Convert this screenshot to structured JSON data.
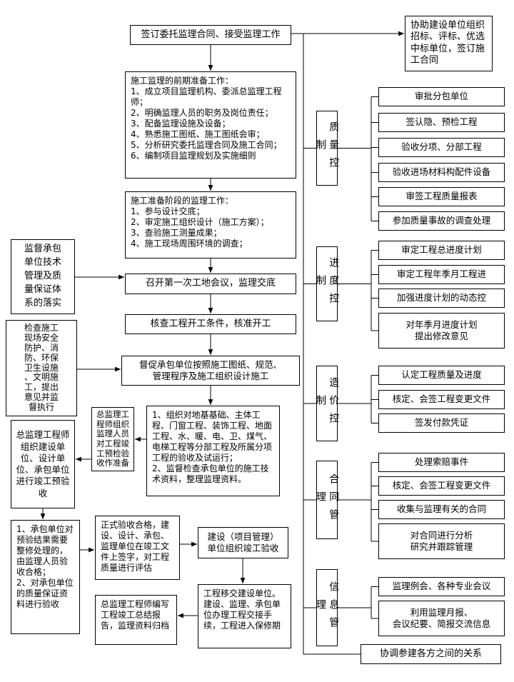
{
  "colors": {
    "line": "#000000",
    "box_bg": "#ffffff",
    "text": "#000000"
  },
  "flow": {
    "sign_contract": "签订委托监理合同、接受监理工作",
    "assist_bidding": "协助建设单位组织招标、评标、优选中标单位，签订施工合同",
    "early_prep": "施工监理的前期准备工作：\n1、成立项目监理机构、委派总监理工程师；\n2、明确监理人员的职务及岗位责任；\n3、配备监理设施及设备；\n4、熟悉施工图纸、施工图纸会审；\n5、分析研究委托监理合同及施工合同；\n6、编制项目监理规划及实施细则",
    "stage_prep": "施工准备阶段的监理工作：\n1、参与设计交底；\n2、审定施工组织设计（施工方案）；\n3、查验施工测量成果；\n4、施工现场周围环境的调查；",
    "first_meeting": "召开第一次工地会议，监理交底",
    "check_commencement": "核查工程开工条件，核准开工",
    "supervise_construction": "督促承包单位按照施工图纸、规范、\n管理程序及施工组织设计施工",
    "acceptance_org": "1、组织对地基基础、主体工程、门窗工程、装饰工程、地面工程、水、暖、电、卫、煤气、电梯工程等分部工程及所属分项工程的验收及试运行；\n2、监督检查承包单位的施工技术资料，整理监理资料。"
  },
  "left": {
    "quality_system": "监督承包\n单位技术\n管理及质\n量保证体\n系的落实",
    "site_inspection": "检查施工\n现场安全\n防护、消\n防、环保\n卫生设施\n、文明施\n工，提出\n意见并监\n督执行",
    "pre_check_prep": "总监理工程师组织监理人员对工程竣工预检验收作准备",
    "pre_acceptance": "总监理工程师组织建设单位、设计单位、承包单位进行竣工预验收"
  },
  "bottom": {
    "rework_acceptance": "1、承包单位对预验结果需要整修处理的，由监理人员验收合格；\n2、对承包单位的质量保证资料进行验收",
    "formal_acceptance": "正式验收合格，建设、设计、承包、监理单位在竣工文件上签字，对工程质量进行评估",
    "owner_acceptance": "建设（项目管理）\n单位组织竣工验收",
    "handover": "工程移交建设单位。建设、监理、承包单位办理工程交接手续，工程进入保修期",
    "final_report": "总监理工程师编写工程竣工总结报告，监理资料归档"
  },
  "right": {
    "sections": [
      {
        "label": "质量控制",
        "tasks": [
          "审批分包单位",
          "签认隐、预检工程",
          "验收分项、分部工程",
          "验收进场材料构配件设备",
          "审签工程质量报表",
          "参加质量事故的调查处理"
        ]
      },
      {
        "label": "进度控制",
        "tasks": [
          "审定工程总进度计划",
          "审定工程年季月工程进",
          "加强进度计划的动态控",
          "对年季月进度计划\n提出修改意见"
        ]
      },
      {
        "label": "造价控制",
        "tasks": [
          "认定工程质量及进度",
          "核定、会签工程变更文件",
          "签发付款凭证"
        ]
      },
      {
        "label": "合同管理",
        "tasks": [
          "处理索赔事件",
          "核定、会签工程变更文件",
          "收集与监理有关的合同",
          "对合同进行分析\n研究并跟踪管理"
        ]
      },
      {
        "label": "信息管理",
        "tasks": [
          "监理例会、各种专业会议",
          "利用监理月报、\n会议纪要、简报交流信息"
        ]
      }
    ],
    "coordination": "协调参建各方之间的关系"
  }
}
